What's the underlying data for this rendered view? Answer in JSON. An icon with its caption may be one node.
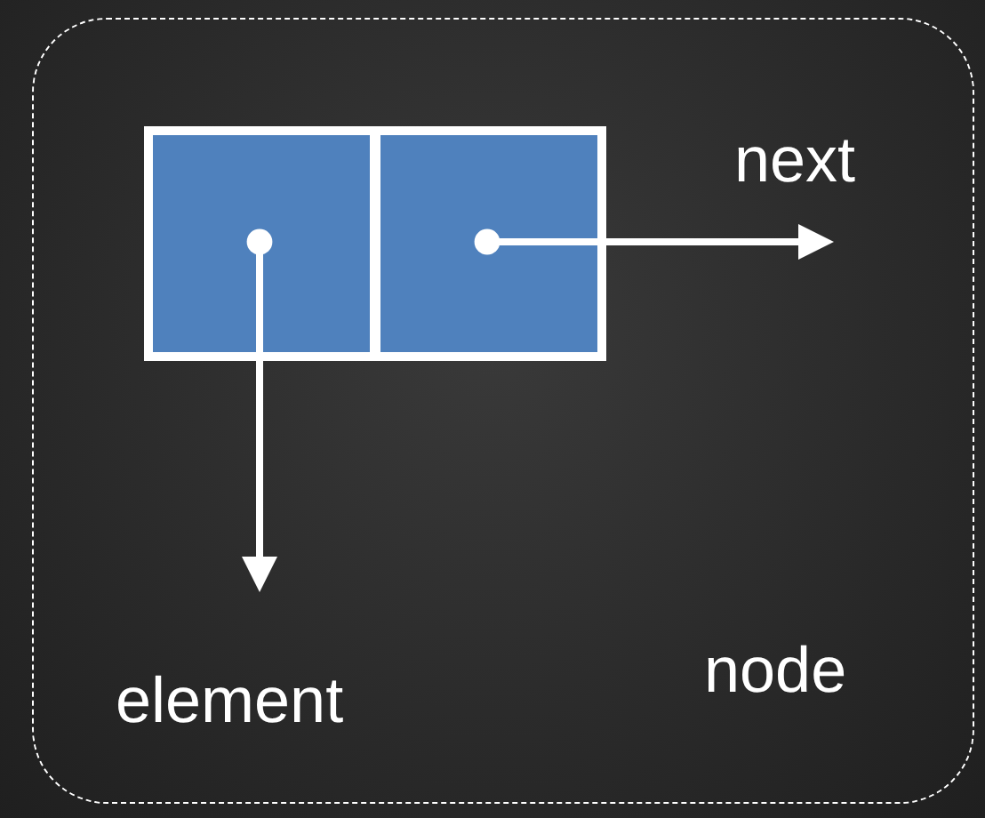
{
  "diagram": {
    "nodes": [
      {
        "text": [
          "node"
        ]
      },
      {
        "text": [],
        "shape": "box",
        "in": 0
      },
      {
        "text": [],
        "shape": "box",
        "in": 0
      }
    ],
    "edges": [
      {
        "from": 2,
        "to": null,
        "arrow": "to",
        "label": "next"
      },
      {
        "from": 1,
        "to": null,
        "arrow": "to",
        "label": "element"
      }
    ]
  }
}
